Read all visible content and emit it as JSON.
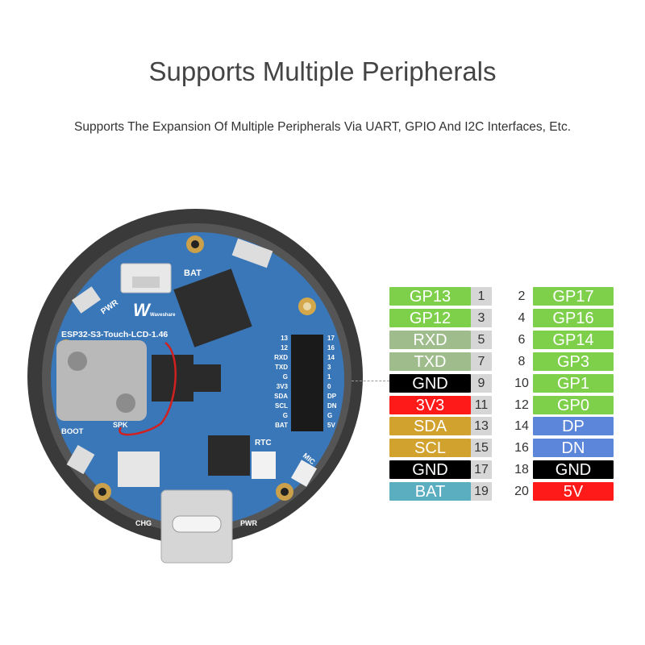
{
  "title": "Supports Multiple Peripherals",
  "subtitle": "Supports The Expansion Of Multiple Peripherals Via UART, GPIO And I2C Interfaces, Etc.",
  "board": {
    "model": "ESP32-S3-Touch-LCD-1.46",
    "brand": "Waveshare",
    "bat": "BAT",
    "pwr": "PWR",
    "boot": "BOOT",
    "spk": "SPK",
    "rtc": "RTC",
    "mic": "MIC",
    "chg": "CHG",
    "pwr_led": "PWR",
    "header_left": [
      "13",
      "12",
      "RXD",
      "TXD",
      "G",
      "3V3",
      "SDA",
      "SCL",
      "G",
      "BAT"
    ],
    "header_right": [
      "17",
      "16",
      "14",
      "3",
      "1",
      "0",
      "DP",
      "DN",
      "G",
      "5V"
    ]
  },
  "pins": {
    "left": [
      {
        "label": "GP13",
        "num": "1",
        "color": "#7ed04b",
        "text_color": "#ffffff"
      },
      {
        "label": "GP12",
        "num": "3",
        "color": "#7ed04b",
        "text_color": "#ffffff"
      },
      {
        "label": "RXD",
        "num": "5",
        "color": "#9fbd8c",
        "text_color": "#ffffff"
      },
      {
        "label": "TXD",
        "num": "7",
        "color": "#9fbd8c",
        "text_color": "#ffffff"
      },
      {
        "label": "GND",
        "num": "9",
        "color": "#000000",
        "text_color": "#ffffff"
      },
      {
        "label": "3V3",
        "num": "11",
        "color": "#ff1a1a",
        "text_color": "#ffffff"
      },
      {
        "label": "SDA",
        "num": "13",
        "color": "#d2a22e",
        "text_color": "#ffffff"
      },
      {
        "label": "SCL",
        "num": "15",
        "color": "#d2a22e",
        "text_color": "#ffffff"
      },
      {
        "label": "GND",
        "num": "17",
        "color": "#000000",
        "text_color": "#ffffff"
      },
      {
        "label": "BAT",
        "num": "19",
        "color": "#5aaec0",
        "text_color": "#ffffff"
      }
    ],
    "right": [
      {
        "num": "2",
        "label": "GP17",
        "color": "#7ed04b",
        "text_color": "#ffffff"
      },
      {
        "num": "4",
        "label": "GP16",
        "color": "#7ed04b",
        "text_color": "#ffffff"
      },
      {
        "num": "6",
        "label": "GP14",
        "color": "#7ed04b",
        "text_color": "#ffffff"
      },
      {
        "num": "8",
        "label": "GP3",
        "color": "#7ed04b",
        "text_color": "#ffffff"
      },
      {
        "num": "10",
        "label": "GP1",
        "color": "#7ed04b",
        "text_color": "#ffffff"
      },
      {
        "num": "12",
        "label": "GP0",
        "color": "#7ed04b",
        "text_color": "#ffffff"
      },
      {
        "num": "14",
        "label": "DP",
        "color": "#5b86d9",
        "text_color": "#ffffff"
      },
      {
        "num": "16",
        "label": "DN",
        "color": "#5b86d9",
        "text_color": "#ffffff"
      },
      {
        "num": "18",
        "label": "GND",
        "color": "#000000",
        "text_color": "#ffffff"
      },
      {
        "num": "20",
        "label": "5V",
        "color": "#ff1a1a",
        "text_color": "#ffffff"
      }
    ]
  }
}
